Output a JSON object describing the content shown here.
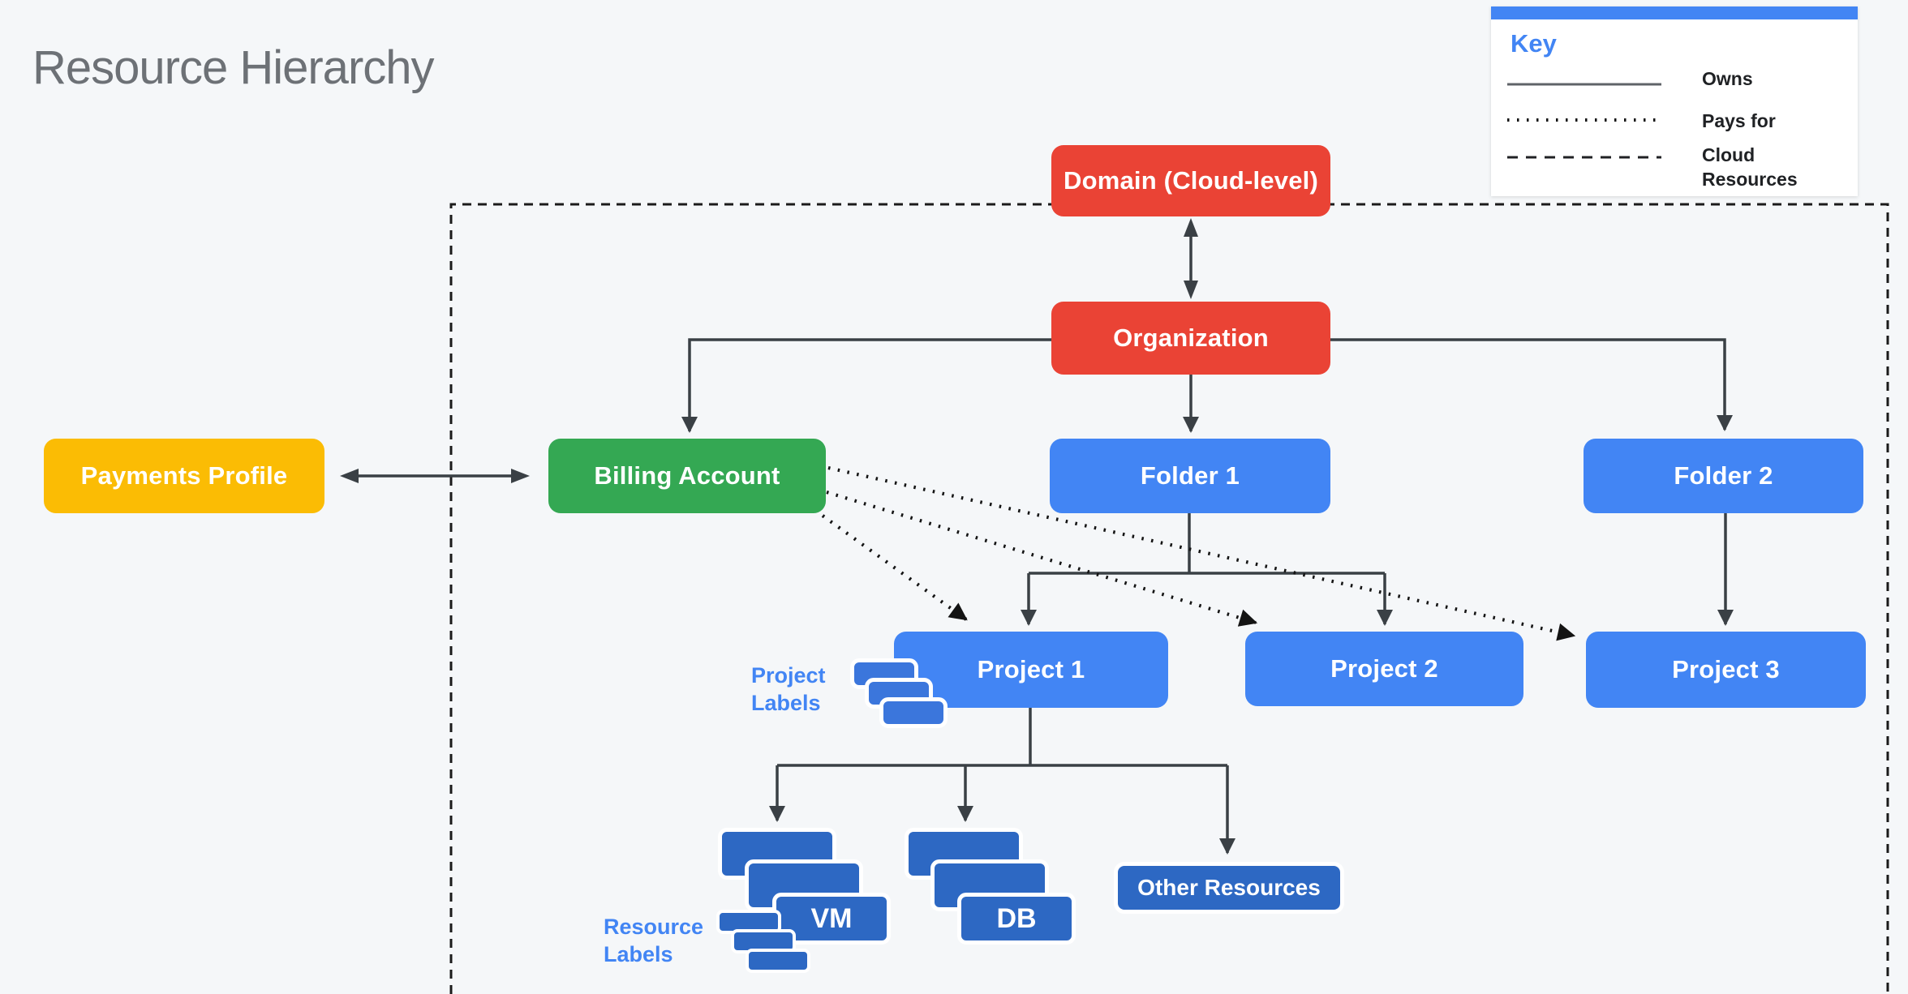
{
  "title": "Resource Hierarchy",
  "colors": {
    "background": "#F5F7F9",
    "red": "#EA4335",
    "blue": "#4285F4",
    "green": "#34A853",
    "yellow": "#FBBC04",
    "dark_blue": "#2D68C3",
    "stack_blue": "#3B76DC",
    "connector_gray": "#3A4045",
    "boundary_black": "#1B1B1B",
    "annotation_blue": "#4285F4",
    "title_gray": "#6D7176"
  },
  "legend": {
    "title": "Key",
    "items": [
      {
        "style": "solid",
        "label": "Owns"
      },
      {
        "style": "dotted",
        "label": "Pays for"
      },
      {
        "style": "dashed",
        "label": "Cloud Resources"
      }
    ]
  },
  "nodes": {
    "domain": {
      "label": "Domain (Cloud-level)",
      "color": "#EA4335"
    },
    "organization": {
      "label": "Organization",
      "color": "#EA4335"
    },
    "payments_profile": {
      "label": "Payments Profile",
      "color": "#FBBC04"
    },
    "billing_account": {
      "label": "Billing Account",
      "color": "#34A853"
    },
    "folder_1": {
      "label": "Folder 1",
      "color": "#4285F4"
    },
    "folder_2": {
      "label": "Folder 2",
      "color": "#4285F4"
    },
    "project_1": {
      "label": "Project 1",
      "color": "#4285F4"
    },
    "project_2": {
      "label": "Project 2",
      "color": "#4285F4"
    },
    "project_3": {
      "label": "Project 3",
      "color": "#4285F4"
    },
    "vm": {
      "label": "VM",
      "color": "#2D68C3"
    },
    "db": {
      "label": "DB",
      "color": "#2D68C3"
    },
    "other_resources": {
      "label": "Other Resources",
      "color": "#2D68C3"
    }
  },
  "annotations": {
    "project_labels": {
      "line1": "Project",
      "line2": "Labels"
    },
    "resource_labels": {
      "line1": "Resource",
      "line2": "Labels"
    }
  }
}
